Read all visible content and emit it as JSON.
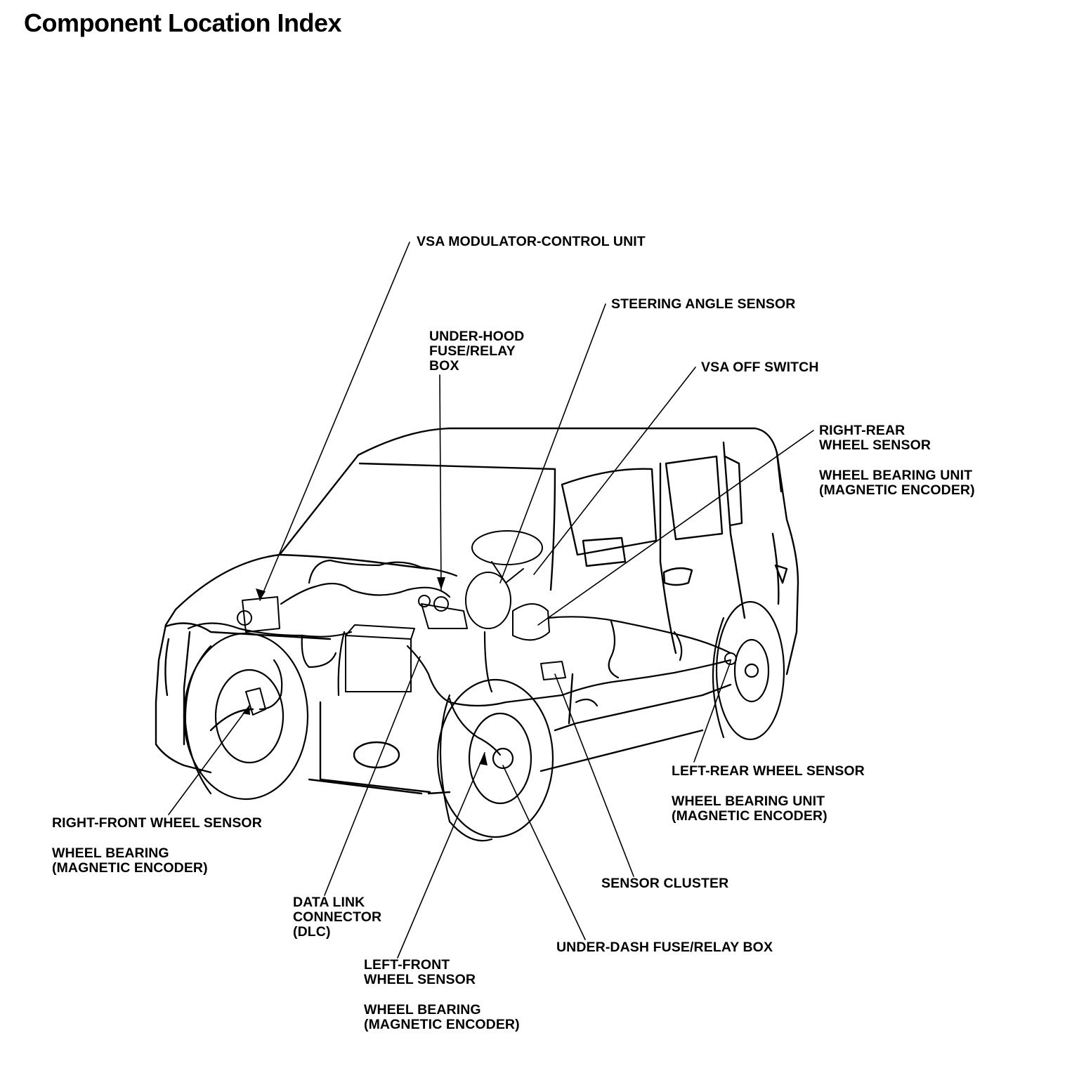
{
  "page": {
    "title": "Component Location Index"
  },
  "labels": {
    "vsa_modulator": {
      "lines": [
        "VSA MODULATOR-CONTROL UNIT"
      ]
    },
    "steering_angle": {
      "lines": [
        "STEERING ANGLE SENSOR"
      ]
    },
    "under_hood_box": {
      "lines": [
        "UNDER-HOOD",
        "FUSE/RELAY",
        "BOX"
      ]
    },
    "vsa_off_switch": {
      "lines": [
        "VSA OFF SWITCH"
      ]
    },
    "right_rear": {
      "lines": [
        "RIGHT-REAR",
        "WHEEL SENSOR"
      ],
      "sub": [
        "WHEEL BEARING UNIT",
        "(MAGNETIC ENCODER)"
      ]
    },
    "left_rear": {
      "lines": [
        "LEFT-REAR WHEEL SENSOR"
      ],
      "sub": [
        "WHEEL BEARING UNIT",
        "(MAGNETIC ENCODER)"
      ]
    },
    "right_front": {
      "lines": [
        "RIGHT-FRONT WHEEL SENSOR"
      ],
      "sub": [
        "WHEEL BEARING",
        "(MAGNETIC ENCODER)"
      ]
    },
    "sensor_cluster": {
      "lines": [
        "SENSOR CLUSTER"
      ]
    },
    "dlc": {
      "lines": [
        "DATA LINK",
        "CONNECTOR",
        "(DLC)"
      ]
    },
    "under_dash_box": {
      "lines": [
        "UNDER-DASH FUSE/RELAY BOX"
      ]
    },
    "left_front": {
      "lines": [
        "LEFT-FRONT",
        "WHEEL SENSOR"
      ],
      "sub": [
        "WHEEL BEARING",
        "(MAGNETIC ENCODER)"
      ]
    }
  }
}
